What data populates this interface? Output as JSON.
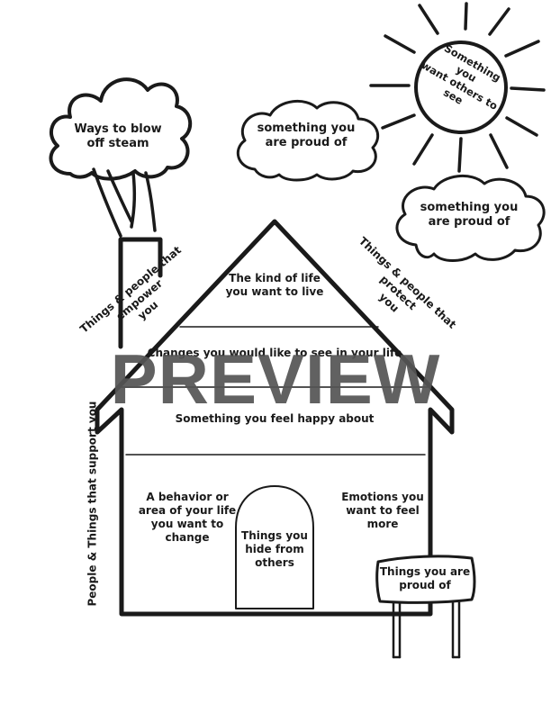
{
  "worksheet": {
    "steam_cloud": "Ways to blow\noff steam",
    "proud_cloud_left": "something you\nare proud of",
    "proud_cloud_right": "something you\nare proud of",
    "sun_text": "Something you\nwant others to\nsee",
    "roof_left": "Things & people that empower\nyou",
    "roof_right": "Things & people that protect\nyou",
    "attic": "The kind of life\nyou want to live",
    "floor_changes": "Changes you would like to see in your life",
    "floor_happy": "Something you feel happy about",
    "side_support": "People & Things that support you",
    "behavior": "A behavior or\narea of your life\nyou want to\nchange",
    "hide": "Things you\nhide from\nothers",
    "emotions": "Emotions you\nwant to feel\nmore",
    "sign": "Things you are\nproud of"
  },
  "watermark": "PREVIEW",
  "colors": {
    "ink": "#1a1a1a",
    "watermark": "#555555",
    "background": "#ffffff"
  }
}
